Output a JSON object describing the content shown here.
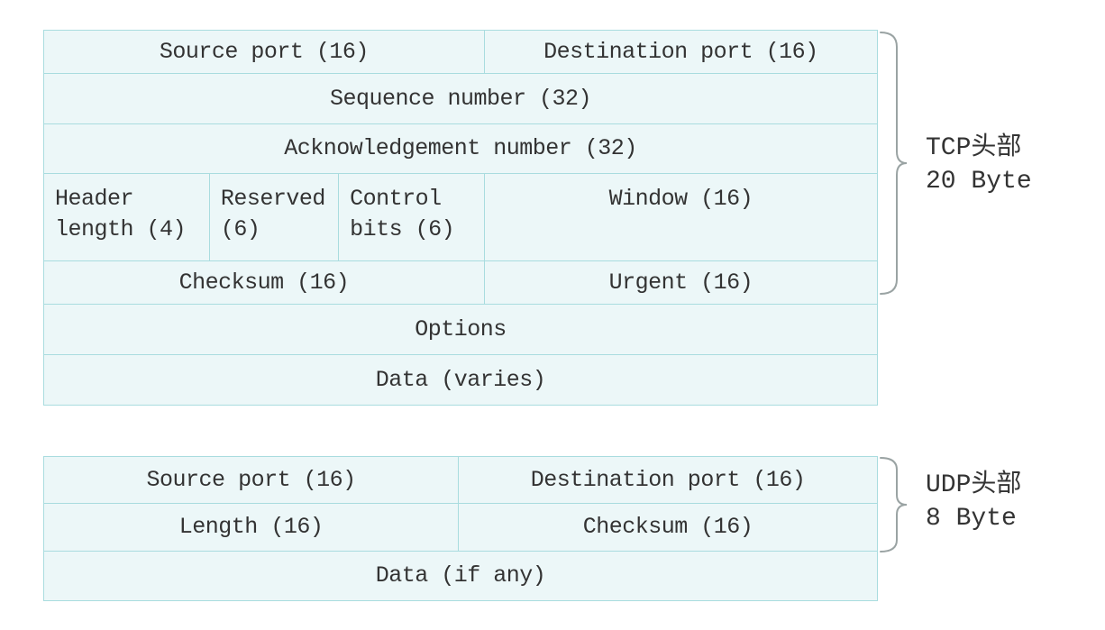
{
  "colors": {
    "cell_fill": "#ecf7f8",
    "cell_border": "#a9dcdf",
    "text": "#333333",
    "brace": "#9aa3a3",
    "background": "#ffffff"
  },
  "tcp": {
    "rows": [
      {
        "cells": [
          "Source port (16)",
          "Destination port (16)"
        ]
      },
      {
        "cells": [
          "Sequence number (32)"
        ]
      },
      {
        "cells": [
          "Acknowledgement number (32)"
        ]
      },
      {
        "cells": [
          "Header length (4)",
          "Reserved (6)",
          "Control bits (6)",
          "Window (16)"
        ]
      },
      {
        "cells": [
          "Checksum (16)",
          "Urgent (16)"
        ]
      },
      {
        "cells": [
          "Options"
        ]
      },
      {
        "cells": [
          "Data (varies)"
        ]
      }
    ],
    "label_line1": "TCP头部",
    "label_line2": "20 Byte"
  },
  "udp": {
    "rows": [
      {
        "cells": [
          "Source port (16)",
          "Destination port (16)"
        ]
      },
      {
        "cells": [
          "Length (16)",
          "Checksum (16)"
        ]
      },
      {
        "cells": [
          "Data (if any)"
        ]
      }
    ],
    "label_line1": "UDP头部",
    "label_line2": "8 Byte"
  }
}
